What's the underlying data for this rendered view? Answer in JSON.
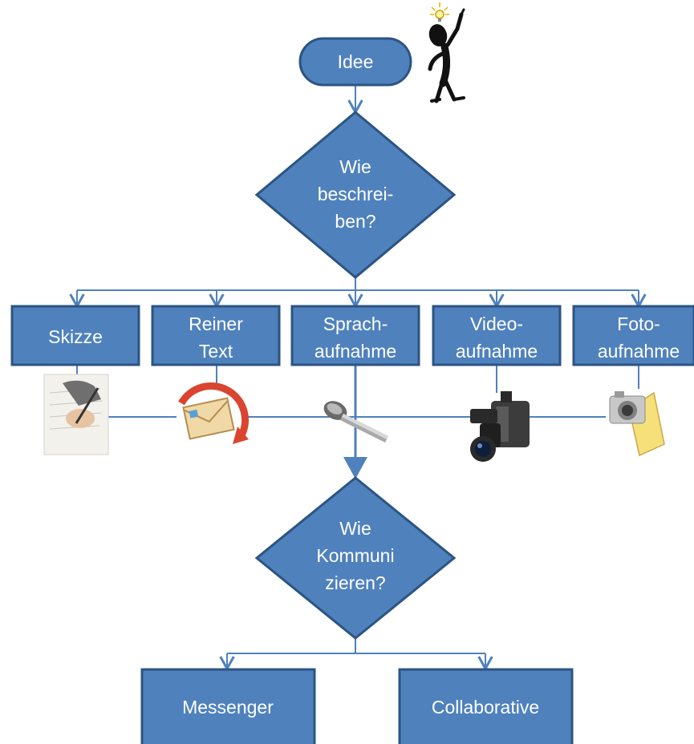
{
  "nodes": {
    "start": {
      "lines": [
        "Idee"
      ]
    },
    "decision_describe": {
      "lines": [
        "Wie",
        "beschrei-",
        "ben?"
      ]
    },
    "options": [
      {
        "lines": [
          "Skizze"
        ],
        "icon": "sketch-hand-icon"
      },
      {
        "lines": [
          "Reiner",
          "Text"
        ],
        "icon": "mail-envelope-icon"
      },
      {
        "lines": [
          "Sprach-",
          "aufnahme"
        ],
        "icon": "microphone-icon"
      },
      {
        "lines": [
          "Video-",
          "aufnahme"
        ],
        "icon": "video-camera-icon"
      },
      {
        "lines": [
          "Foto-",
          "aufnahme"
        ],
        "icon": "photo-camera-icon"
      }
    ],
    "decision_communicate": {
      "lines": [
        "Wie",
        "Kommuni",
        "zieren?"
      ]
    },
    "outputs": [
      {
        "lines": [
          "Messenger"
        ]
      },
      {
        "lines": [
          "Collaborative"
        ]
      }
    ]
  },
  "decoration": {
    "figure_icon": "idea-stick-figure-icon"
  },
  "colors": {
    "box_fill": "#4f81bd",
    "box_stroke": "#2c5482",
    "connector": "#4f81bd",
    "text": "#ffffff"
  }
}
